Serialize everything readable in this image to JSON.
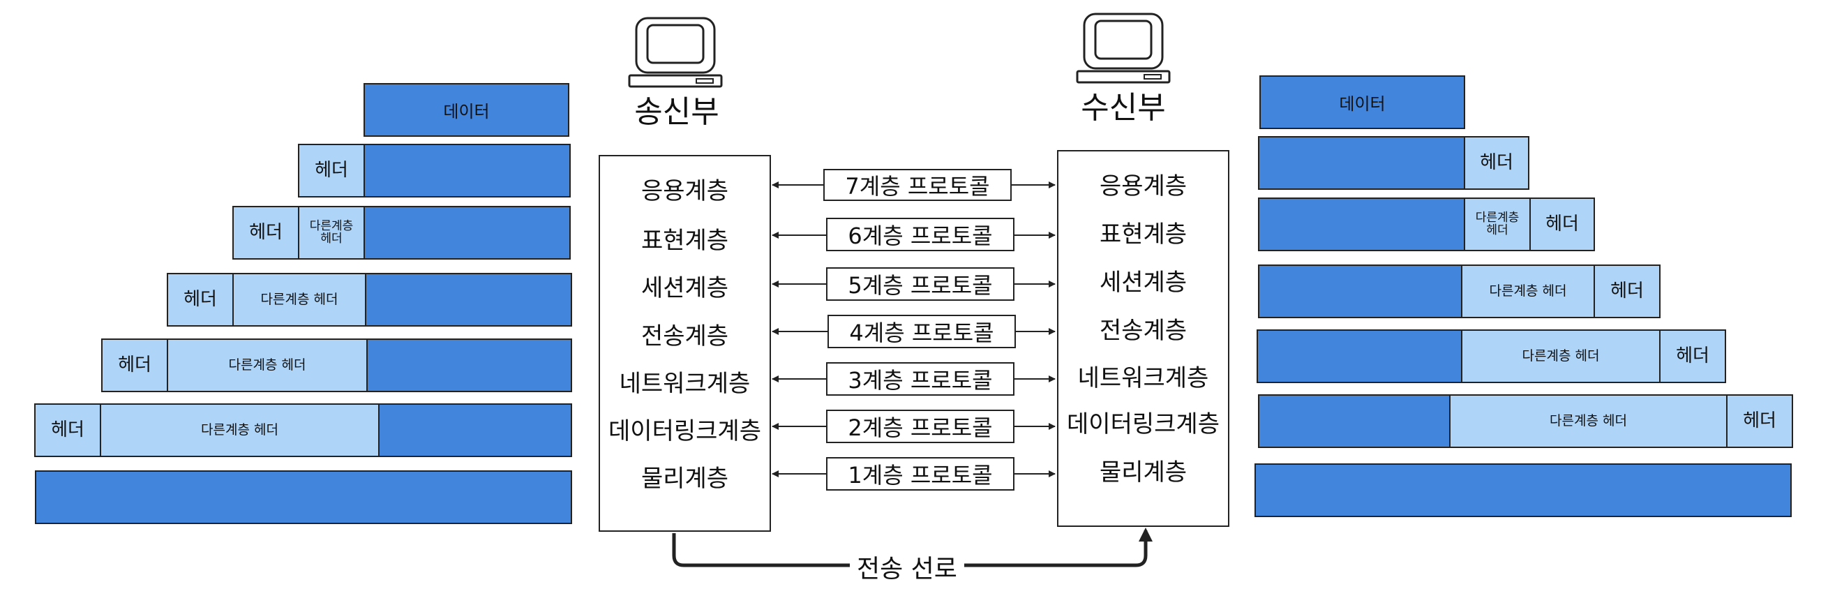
{
  "sender": {
    "title": "송신부",
    "layers": [
      "응용계층",
      "표현계층",
      "세션계층",
      "전송계층",
      "네트워크계층",
      "데이터링크계층",
      "물리계층"
    ]
  },
  "receiver": {
    "title": "수신부",
    "layers": [
      "응용계층",
      "표현계층",
      "세션계층",
      "전송계층",
      "네트워크계층",
      "데이터링크계층",
      "물리계층"
    ]
  },
  "protocols": [
    "7계층 프로토콜",
    "6계층 프로토콜",
    "5계층 프로토콜",
    "4계층 프로토콜",
    "3계층 프로토콜",
    "2계층 프로토콜",
    "1계층 프로토콜"
  ],
  "transmission_path": "전송 선로",
  "encapsulation": {
    "data": "데이터",
    "header": "헤더",
    "other_header": "다른계층 헤더",
    "other_header_wrapped": "다른계층\n헤더"
  },
  "colors": {
    "data_block": "#4285dd",
    "header_block": "#aed4f7"
  }
}
